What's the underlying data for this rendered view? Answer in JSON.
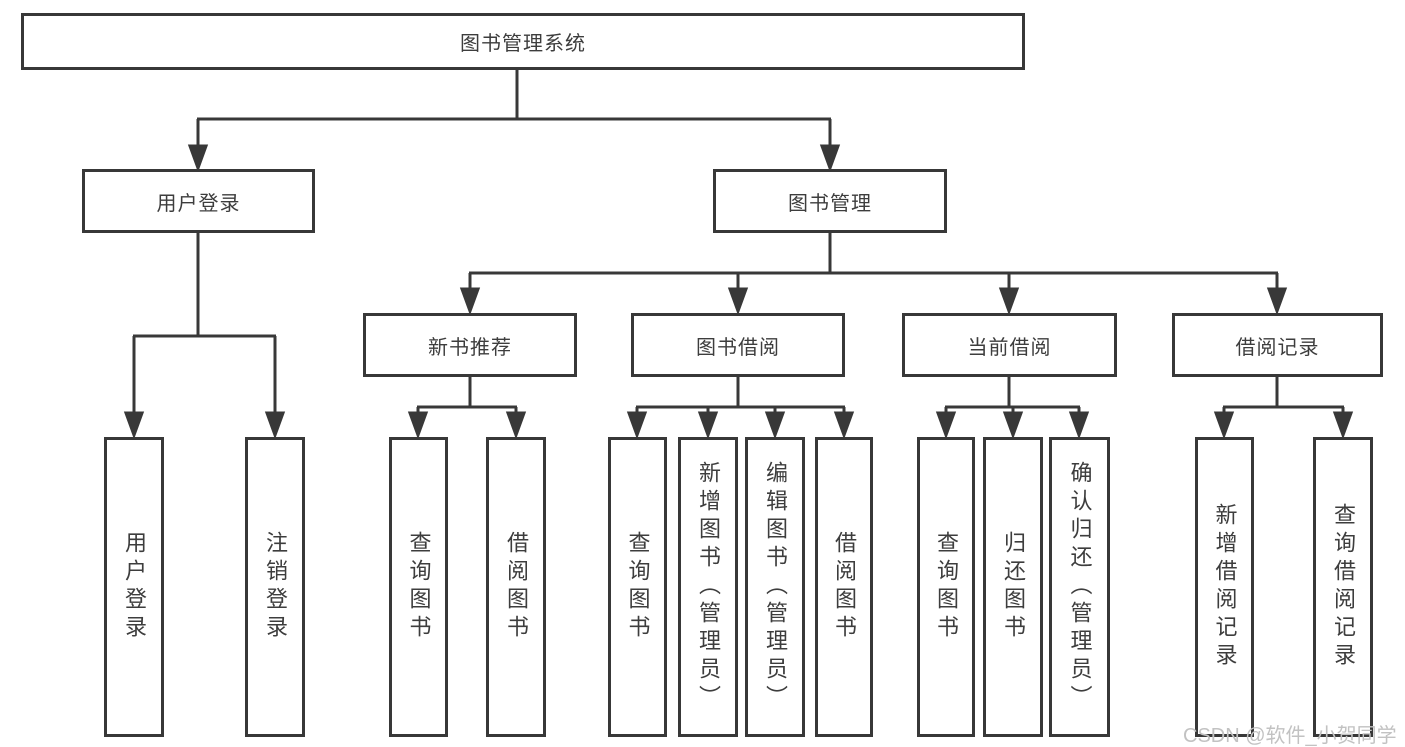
{
  "tree": {
    "root": "图书管理系统",
    "branches": [
      {
        "label": "用户登录",
        "children": [
          "用户登录",
          "注销登录"
        ]
      },
      {
        "label": "图书管理",
        "sections": [
          {
            "label": "新书推荐",
            "children": [
              "查询图书",
              "借阅图书"
            ]
          },
          {
            "label": "图书借阅",
            "children": [
              "查询图书",
              "新增图书（管理员）",
              "编辑图书（管理员）",
              "借阅图书"
            ]
          },
          {
            "label": "当前借阅",
            "children": [
              "查询图书",
              "归还图书",
              "确认归还（管理员）"
            ]
          },
          {
            "label": "借阅记录",
            "children": [
              "新增借阅记录",
              "查询借阅记录"
            ]
          }
        ]
      }
    ]
  },
  "watermark": {
    "text": "CSDN @软件_小贺同学"
  },
  "colors": {
    "line": "#383838",
    "text": "#3d3d3d",
    "background": "#ffffff",
    "watermark": "#c2c2c2"
  }
}
